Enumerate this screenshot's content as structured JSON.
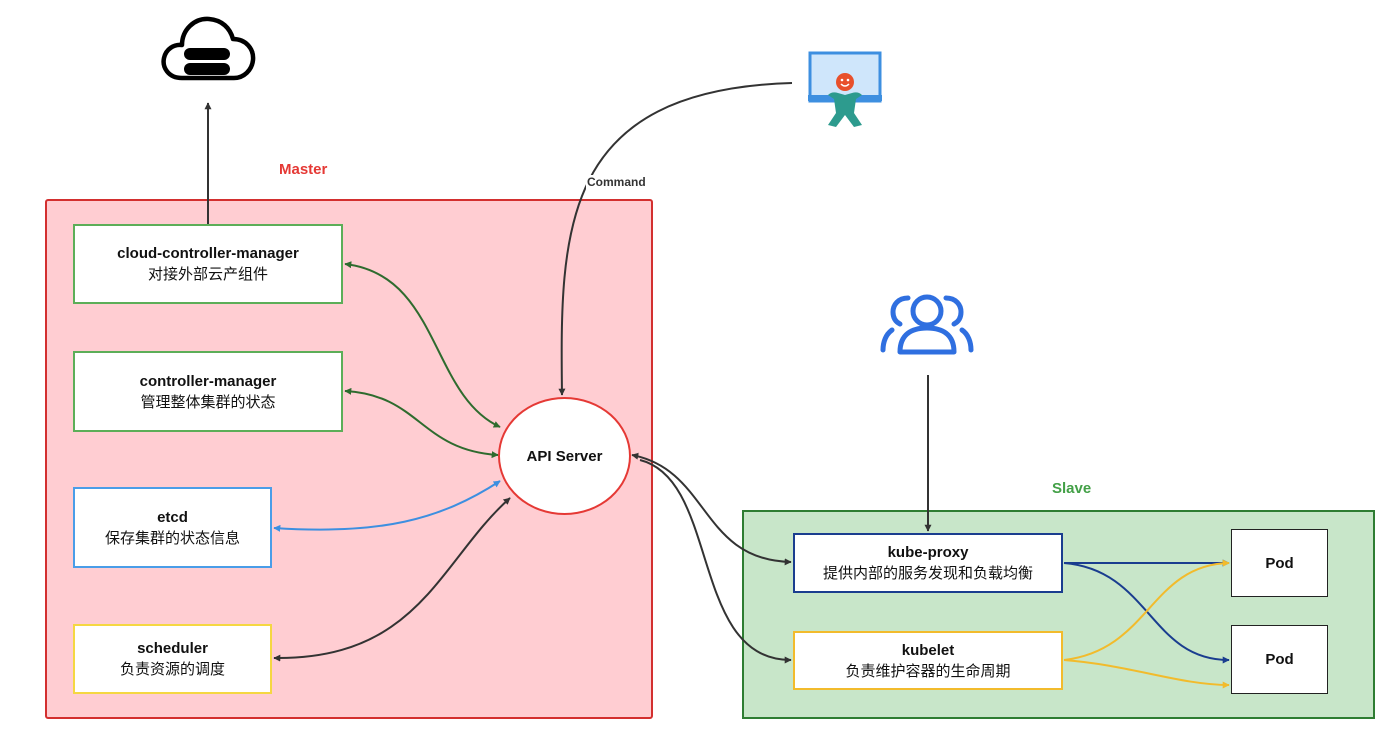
{
  "master": {
    "label": "Master",
    "components": [
      {
        "id": "cloud-controller-manager",
        "title": "cloud-controller-manager",
        "desc": "对接外部云产组件"
      },
      {
        "id": "controller-manager",
        "title": "controller-manager",
        "desc": "管理整体集群的状态"
      },
      {
        "id": "etcd",
        "title": "etcd",
        "desc": "保存集群的状态信息"
      },
      {
        "id": "scheduler",
        "title": "scheduler",
        "desc": "负责资源的调度"
      }
    ],
    "api_server": "API Server"
  },
  "slave": {
    "label": "Slave",
    "components": [
      {
        "id": "kube-proxy",
        "title": "kube-proxy",
        "desc": "提供内部的服务发现和负载均衡"
      },
      {
        "id": "kubelet",
        "title": "kubelet",
        "desc": "负责维护容器的生命周期"
      }
    ],
    "pods": [
      "Pod",
      "Pod"
    ]
  },
  "command_label": "Command",
  "icons": {
    "cloud": "cloud-server-icon",
    "admin": "admin-monitor-icon",
    "users": "users-group-icon"
  },
  "colors": {
    "master_fill": "#ffcdd2",
    "master_border": "#d32f2f",
    "master_label": "#e53935",
    "slave_fill": "#c8e6c9",
    "slave_border": "#2e7d32",
    "slave_label": "#43a047",
    "green_arrow": "#2e6b2e",
    "blue_arrow": "#3d8fe0",
    "navy_arrow": "#1a3d8f",
    "amber_arrow": "#f2bb2c",
    "dark_arrow": "#333333"
  }
}
